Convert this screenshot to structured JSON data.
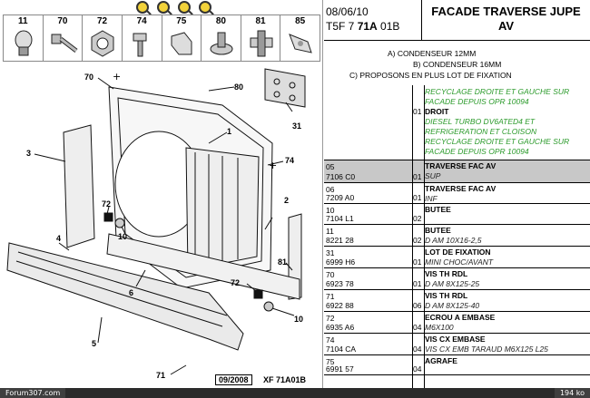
{
  "zoom_buttons": [
    {
      "icon": "zoom-in-icon"
    },
    {
      "icon": "zoom-in-icon"
    },
    {
      "icon": "zoom-in-icon"
    },
    {
      "icon": "zoom-in-icon"
    }
  ],
  "thumbnails": [
    {
      "num": "11",
      "icon": "bulb-icon"
    },
    {
      "num": "70",
      "icon": "screw-icon"
    },
    {
      "num": "72",
      "icon": "nut-icon"
    },
    {
      "num": "74",
      "icon": "bolt-icon"
    },
    {
      "num": "75",
      "icon": "clip-icon"
    },
    {
      "num": "80",
      "icon": "fastener-icon"
    },
    {
      "num": "81",
      "icon": "bracket-icon"
    },
    {
      "num": "85",
      "icon": "spring-clip-icon"
    }
  ],
  "diagram": {
    "callouts": [
      "70",
      "80",
      "1",
      "31",
      "3",
      "74",
      "72",
      "10",
      "6",
      "2",
      "81",
      "72",
      "10",
      "5",
      "4",
      "71"
    ],
    "date_box": "09/2008",
    "ref": "XF 71A01B"
  },
  "header": {
    "date": "08/06/10",
    "code_prefix": "T5F 7 ",
    "code_bold": "71A",
    "code_suffix": " 01B",
    "title_line1": "FACADE TRAVERSE JUPE",
    "title_line2": "AV"
  },
  "notes": [
    "A) CONDENSEUR 12MM",
    "B) CONDENSEUR 16MM",
    "C) PROPOSONS EN PLUS LOT DE FIXATION"
  ],
  "rows": [
    {
      "id1": "",
      "id2": "",
      "q": "",
      "q2": "01",
      "lines": [
        {
          "t": "RECYCLAGE DROITE ET GAUCHE SUR",
          "s": "green"
        },
        {
          "t": "FACADE DEPUIS OPR 10094",
          "s": "green"
        },
        {
          "t": "DROIT",
          "s": "bold"
        },
        {
          "t": "DIESEL TURBO DV6ATED4 ET",
          "s": "green"
        },
        {
          "t": "REFRIGERATION ET CLOISON",
          "s": "green"
        },
        {
          "t": "RECYCLAGE DROITE ET GAUCHE SUR",
          "s": "green"
        },
        {
          "t": "FACADE DEPUIS OPR 10094",
          "s": "green"
        }
      ],
      "h": 83
    },
    {
      "id1": "05",
      "id2": "7106 C0",
      "q": "",
      "q2": "01",
      "lines": [
        {
          "t": "TRAVERSE FAC AV",
          "s": "bold"
        },
        {
          "t": "SUP",
          "s": "sub"
        }
      ],
      "h": 25,
      "hl": true
    },
    {
      "id1": "06",
      "id2": "7209 A0",
      "q": "",
      "q2": "01",
      "lines": [
        {
          "t": "TRAVERSE FAC AV",
          "s": "bold"
        },
        {
          "t": "INF",
          "s": "sub"
        }
      ],
      "h": 23
    },
    {
      "id1": "10",
      "id2": "7104 L1",
      "q": "",
      "q2": "02",
      "lines": [
        {
          "t": "BUTEE",
          "s": "bold"
        },
        {
          "t": "",
          "s": "sub"
        }
      ],
      "h": 23
    },
    {
      "id1": "11",
      "id2": "8221 28",
      "q": "",
      "q2": "02",
      "lines": [
        {
          "t": "BUTEE",
          "s": "bold"
        },
        {
          "t": "D AM 10X16-2,5",
          "s": "sub"
        }
      ],
      "h": 24
    },
    {
      "id1": "31",
      "id2": "6999 H6",
      "q": "",
      "q2": "01",
      "lines": [
        {
          "t": "LOT DE FIXATION",
          "s": "bold"
        },
        {
          "t": "MINI CHOC/AVANT",
          "s": "sub"
        }
      ],
      "h": 24
    },
    {
      "id1": "70",
      "id2": "6923 78",
      "q": "",
      "q2": "01",
      "lines": [
        {
          "t": "VIS TH RDL",
          "s": "bold"
        },
        {
          "t": "D AM 8X125-25",
          "s": "sub"
        }
      ],
      "h": 24
    },
    {
      "id1": "71",
      "id2": "6922 88",
      "q": "",
      "q2": "06",
      "lines": [
        {
          "t": "VIS TH RDL",
          "s": "bold"
        },
        {
          "t": "D AM 8X125-40",
          "s": "sub"
        }
      ],
      "h": 24
    },
    {
      "id1": "72",
      "id2": "6935 A6",
      "q": "",
      "q2": "04",
      "lines": [
        {
          "t": "ECROU A EMBASE",
          "s": "bold"
        },
        {
          "t": "M6X100",
          "s": "sub"
        }
      ],
      "h": 24
    },
    {
      "id1": "74",
      "id2": "7104 CA",
      "q": "",
      "q2": "04",
      "lines": [
        {
          "t": "VIS CX EMBASE",
          "s": "bold"
        },
        {
          "t": "VIS CX EMB TARAUD M6X125 L25",
          "s": "sub"
        }
      ],
      "h": 24
    },
    {
      "id1": "75",
      "id2": "6991 57",
      "q": "",
      "q2": "04",
      "lines": [
        {
          "t": "AGRAFE",
          "s": "bold"
        },
        {
          "t": "",
          "s": "sub"
        }
      ],
      "h": 22
    }
  ],
  "status": {
    "left": "Forum307.com",
    "right": "194 ko"
  }
}
